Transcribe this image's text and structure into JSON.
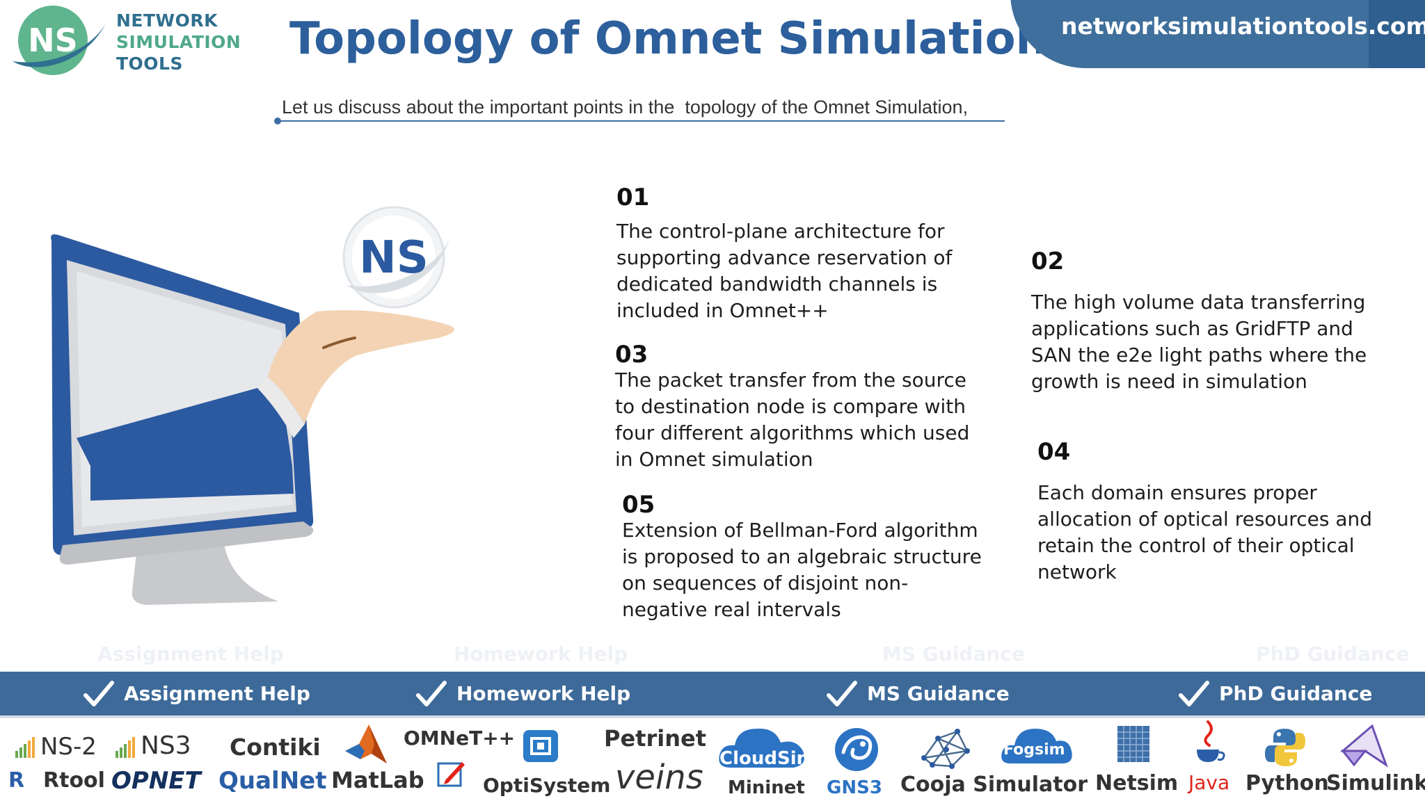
{
  "header": {
    "logo_letters": "NS",
    "logo_line1": "NETWORK",
    "logo_line2": "SIMULATION",
    "logo_line3": "TOOLS",
    "title": "Topology of Omnet Simulation",
    "website": "networksimulationtools.com",
    "intro": "Let us discuss about the important points in the  topology of the Omnet Simulation,"
  },
  "illustration": {
    "badge_letters": "NS"
  },
  "points": [
    {
      "number": "01",
      "lines": [
        "The control-plane architecture for",
        "supporting advance reservation of",
        "dedicated bandwidth channels is",
        "included in Omnet++"
      ]
    },
    {
      "number": "02",
      "lines": [
        "The high volume data transferring",
        "applications such as GridFTP and",
        "SAN the e2e light paths where the",
        "growth is need in simulation"
      ]
    },
    {
      "number": "03",
      "lines": [
        "The packet transfer from the source",
        "to destination node is compare with",
        "four different algorithms which used",
        "in Omnet simulation"
      ]
    },
    {
      "number": "04",
      "lines": [
        "Each domain ensures proper",
        "allocation of optical resources and",
        "retain the control of their optical",
        "network"
      ]
    },
    {
      "number": "05",
      "lines": [
        "Extension of Bellman-Ford algorithm",
        "is proposed to an algebraic structure",
        "on sequences of disjoint non-",
        "negative real intervals"
      ]
    }
  ],
  "services": [
    "Assignment Help",
    "Homework Help",
    "MS  Guidance",
    "PhD  Guidance"
  ],
  "tools": {
    "ns2": "NS-2",
    "ns3": "NS3",
    "contiki": "Contiki",
    "omnet": "OMNeT++",
    "petrinet": "Petrinet",
    "cloudsim": "CloudSim",
    "fogsim": "Fogsim",
    "rtool": "Rtool",
    "opnet": "OPNET",
    "qualnet": "QualNet",
    "matlab": "MatLab",
    "optisystem": "OptiSystem",
    "veins": "veins",
    "mininet": "Mininet",
    "gns3": "GNS3",
    "cooja": "Cooja Simulator",
    "netsim": "Netsim",
    "java": "Java",
    "python": "Python",
    "simulink": "Simulink"
  },
  "colors": {
    "title_blue": "#2c5f9b",
    "band_blue": "#3d6a99",
    "logo_teal": "#2f6f8f",
    "logo_green": "#4fa88a"
  }
}
